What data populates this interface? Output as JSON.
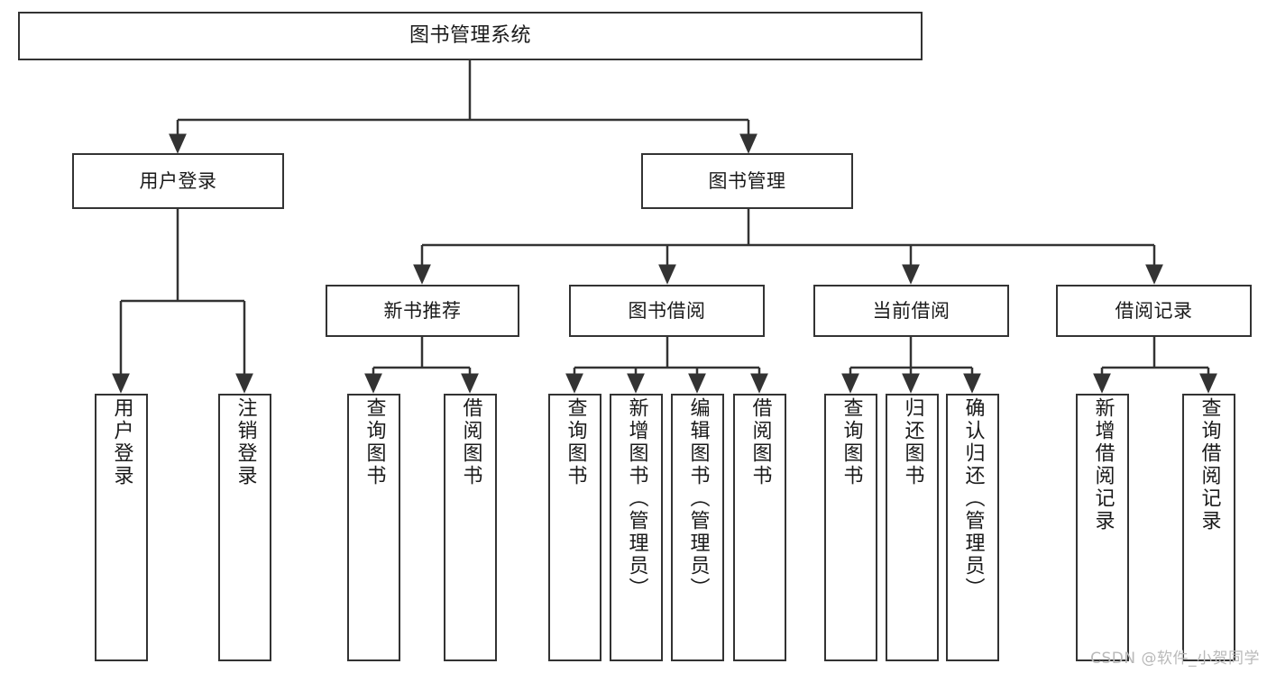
{
  "diagram": {
    "title": "图书管理系统",
    "type": "tree-hierarchy-diagram",
    "colors": {
      "box_border": "#333333",
      "box_fill": "#ffffff",
      "edge": "#333333",
      "text": "#1a1a1a",
      "watermark": "#b9b9b9",
      "background": "#ffffff"
    },
    "root": {
      "label": "图书管理系统"
    },
    "level2": [
      {
        "label": "用户登录"
      },
      {
        "label": "图书管理"
      }
    ],
    "level3": [
      {
        "label": "新书推荐"
      },
      {
        "label": "图书借阅"
      },
      {
        "label": "当前借阅"
      },
      {
        "label": "借阅记录"
      }
    ],
    "leaves": {
      "user_login": [
        {
          "label": "用户登录"
        },
        {
          "label": "注销登录"
        }
      ],
      "new_book_recommend": [
        {
          "label": "查询图书"
        },
        {
          "label": "借阅图书"
        }
      ],
      "book_borrow": [
        {
          "label": "查询图书"
        },
        {
          "label": "新增图书（管理员）"
        },
        {
          "label": "编辑图书（管理员）"
        },
        {
          "label": "借阅图书"
        }
      ],
      "current_borrow": [
        {
          "label": "查询图书"
        },
        {
          "label": "归还图书"
        },
        {
          "label": "确认归还（管理员）"
        }
      ],
      "borrow_record": [
        {
          "label": "新增借阅记录"
        },
        {
          "label": "查询借阅记录"
        }
      ]
    }
  },
  "watermark": {
    "text": "CSDN @软件_小贺同学"
  }
}
